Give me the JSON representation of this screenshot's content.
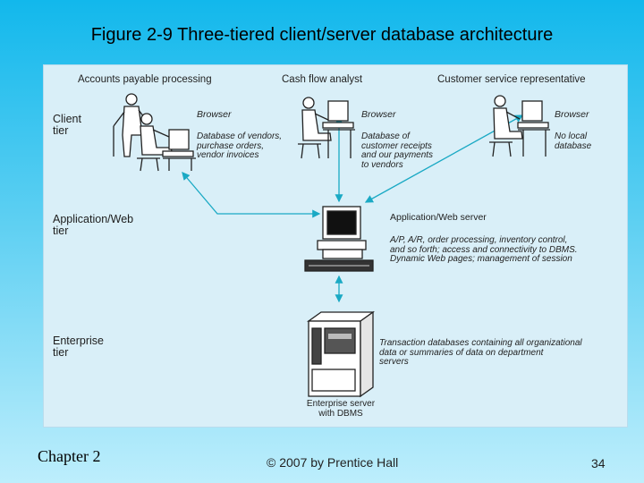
{
  "slide": {
    "title": "Figure 2-9 Three-tiered client/server database architecture",
    "footer_chapter": "Chapter 2",
    "footer_copyright": "© 2007 by Prentice Hall",
    "page_number": "34"
  },
  "figure": {
    "headers": {
      "accounts_payable": "Accounts payable processing",
      "cash_flow": "Cash flow analyst",
      "customer_service": "Customer service representative"
    },
    "tiers": {
      "client": "Client\ntier",
      "application": "Application/Web\ntier",
      "enterprise": "Enterprise\ntier"
    },
    "browsers": {
      "b1": "Browser",
      "b2": "Browser",
      "b3": "Browser"
    },
    "client_notes": {
      "accounts_payable": "Database of vendors,\npurchase orders,\nvendor invoices",
      "cash_flow": "Database of\ncustomer receipts\nand our payments\nto vendors",
      "customer_service": "No local\ndatabase"
    },
    "app_server": {
      "label": "Application/Web server",
      "description": "A/P, A/R, order processing, inventory control,\nand so forth; access and connectivity to DBMS.\nDynamic Web pages; management of session"
    },
    "enterprise": {
      "description": "Transaction databases containing all organizational\ndata or summaries of data on department\nservers",
      "server_label": "Enterprise server\nwith DBMS"
    }
  }
}
